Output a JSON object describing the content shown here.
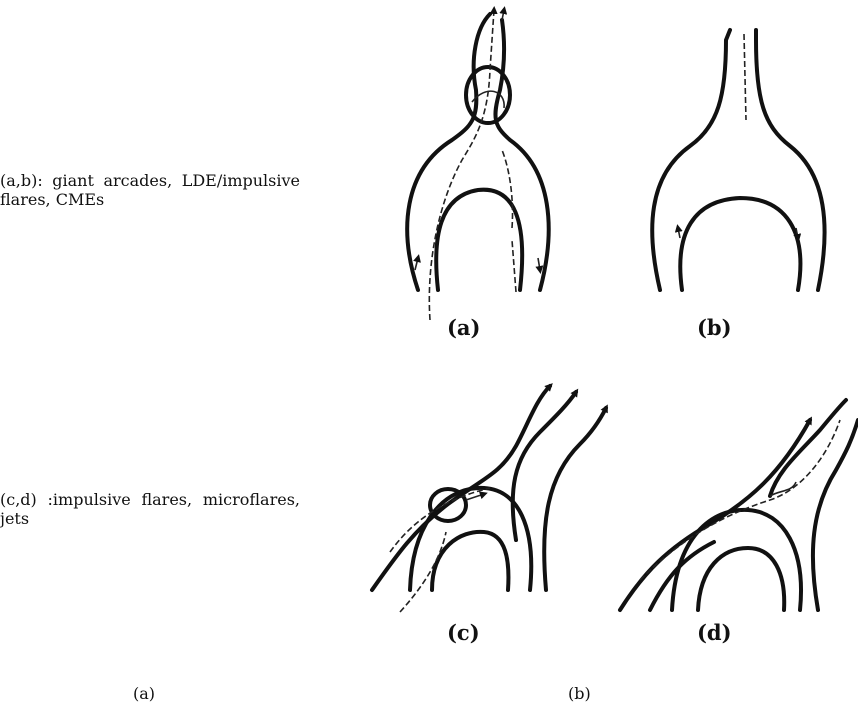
{
  "captions": {
    "ab": "(a,b): giant arcades, LDE/impulsive flares, CMEs",
    "cd": "(c,d) :impulsive flares, microflares, jets"
  },
  "panel_labels": {
    "a": "(a)",
    "b": "(b)",
    "c": "(c)",
    "d": "(d)"
  },
  "bottom_labels": {
    "left": "(a)",
    "right": "(b)"
  },
  "colors": {
    "ink": "#111111",
    "background": "#ffffff"
  }
}
